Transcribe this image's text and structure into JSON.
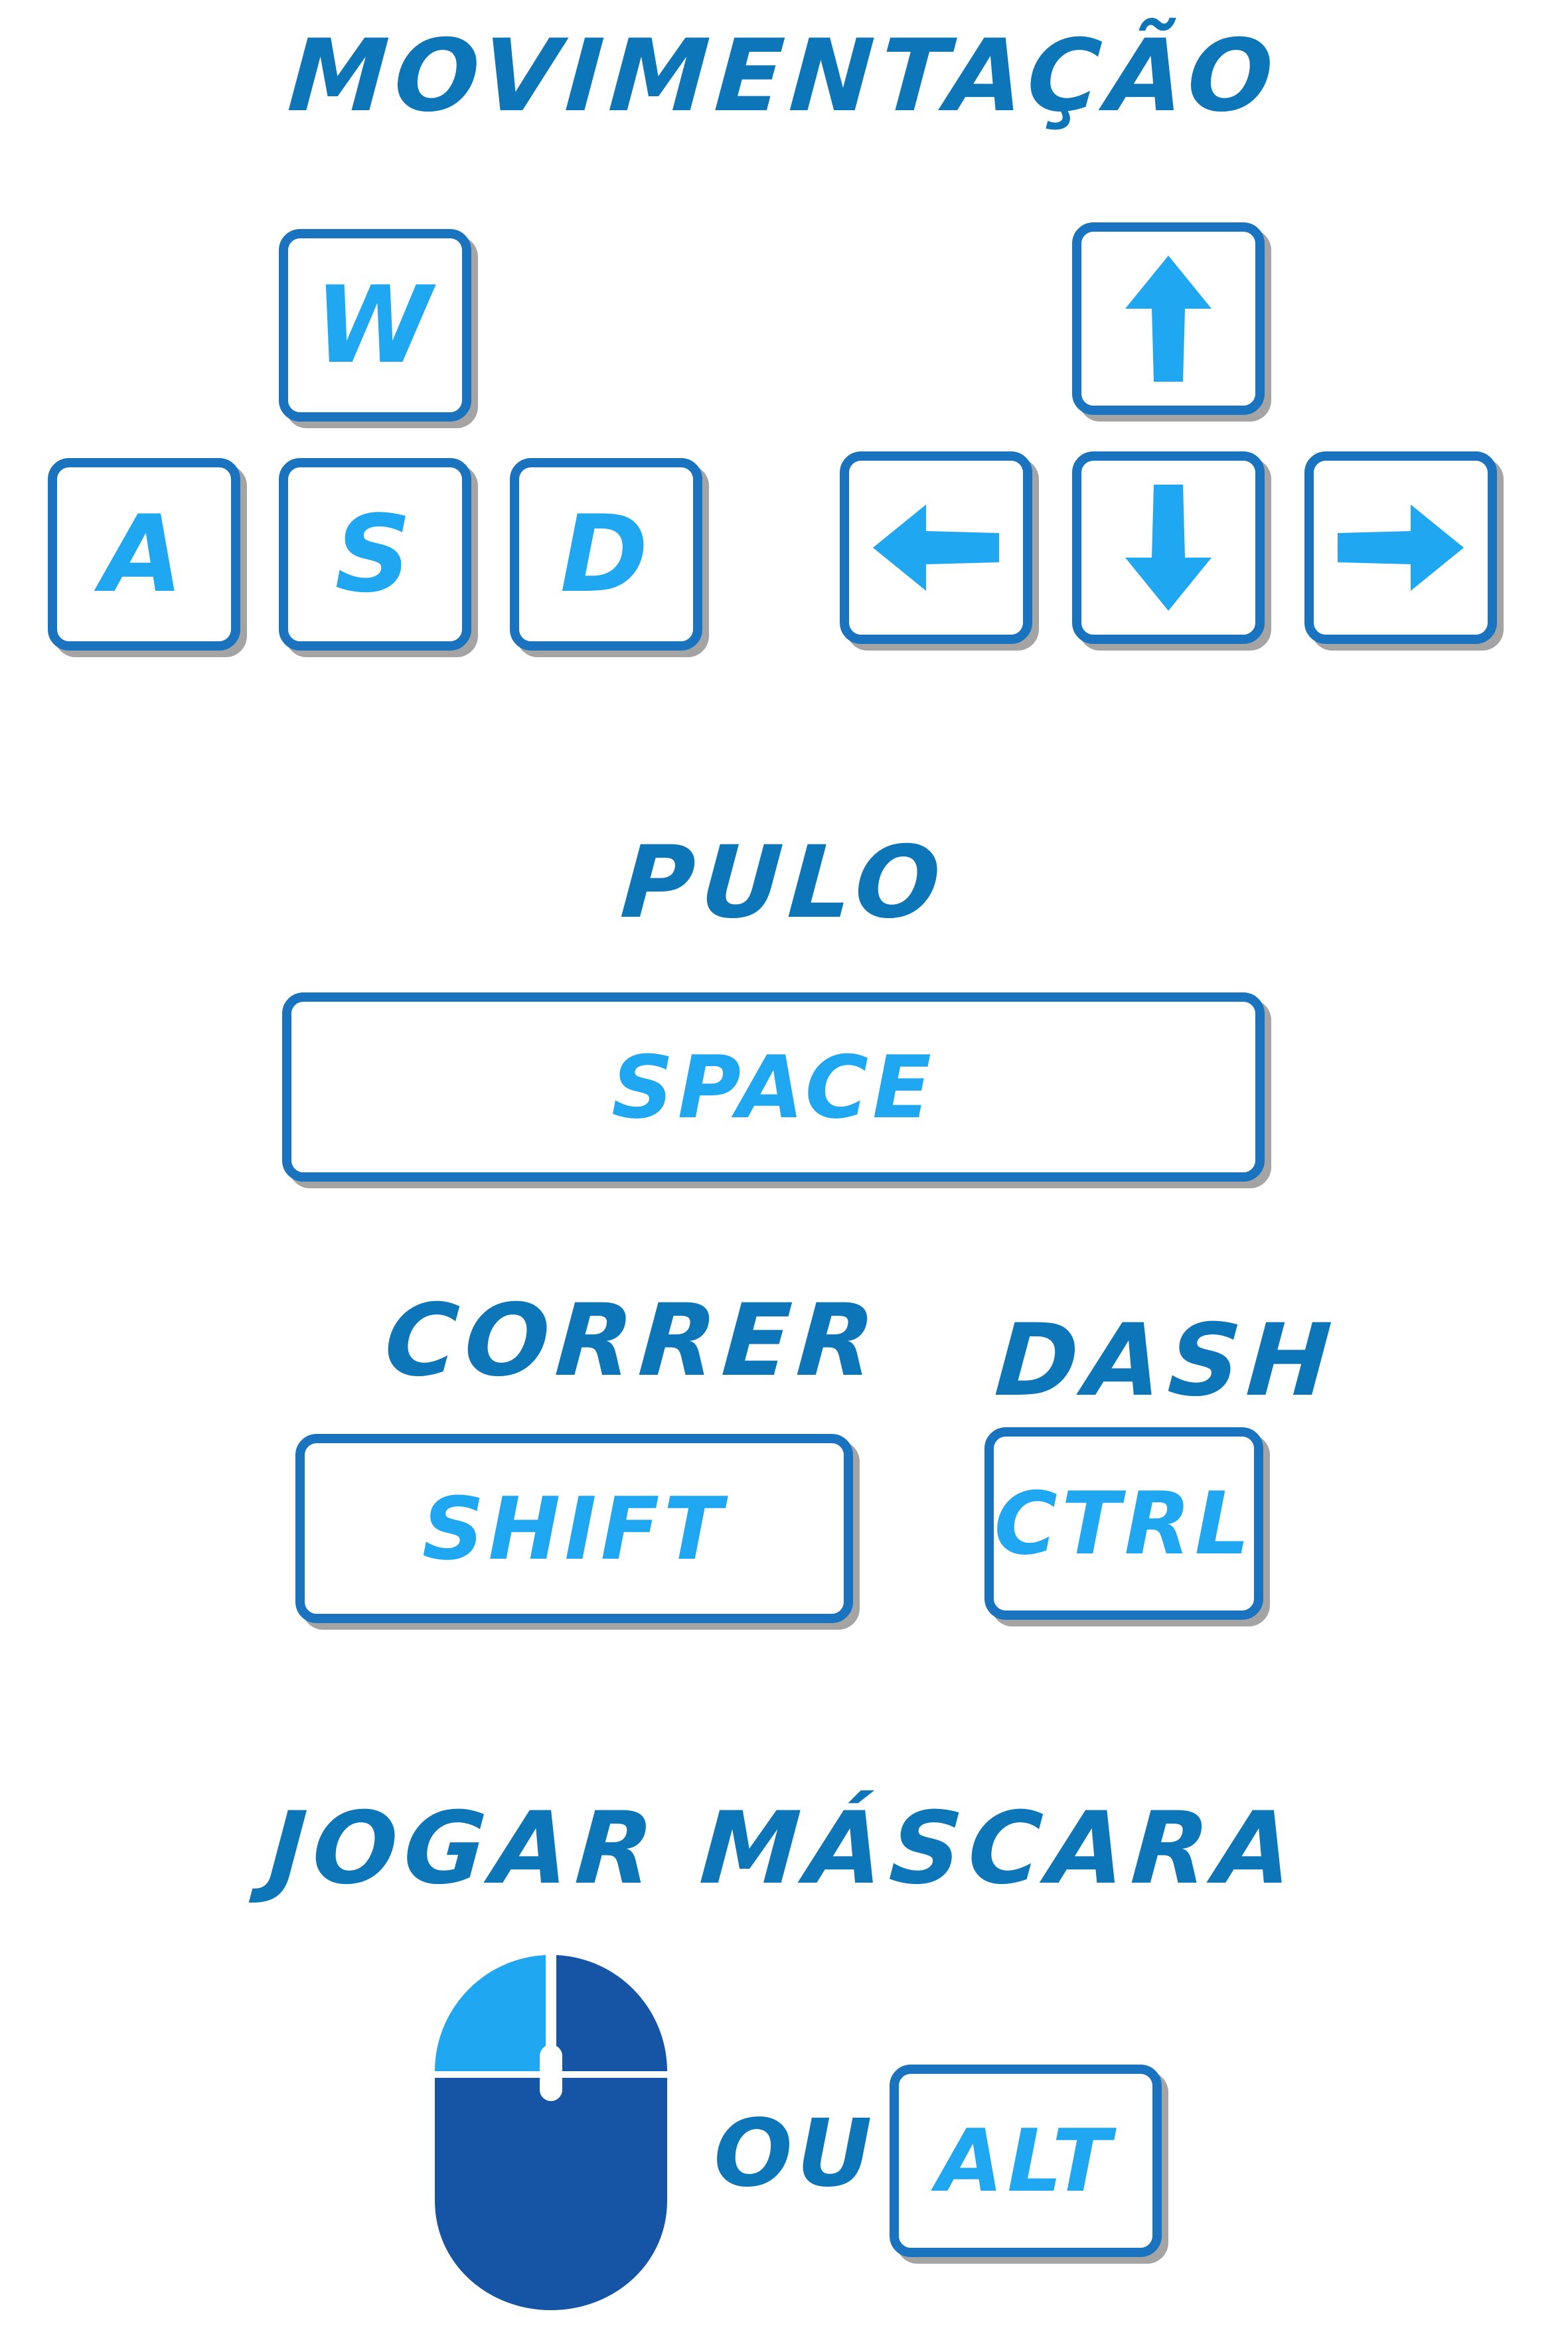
{
  "colors": {
    "heading": "#0d76b8",
    "key_border": "#1a73bf",
    "key_text": "#1fa7f2",
    "arrow": "#1fa7f2",
    "mouse_body": "#1655a6",
    "mouse_left_button": "#1fa7f2"
  },
  "movement": {
    "title": "MOVIMENTAÇÃO",
    "wasd": {
      "w": "W",
      "a": "A",
      "s": "S",
      "d": "D"
    },
    "arrows": [
      "arrow-up-icon",
      "arrow-left-icon",
      "arrow-down-icon",
      "arrow-right-icon"
    ]
  },
  "jump": {
    "title": "PULO",
    "key": "SPACE"
  },
  "run": {
    "title": "CORRER",
    "key": "SHIFT"
  },
  "dash": {
    "title": "DASH",
    "key": "CTRL"
  },
  "throw_mask": {
    "title": "JOGAR MÁSCARA",
    "mouse_icon": "mouse-left-click-icon",
    "or": "OU",
    "key": "ALT"
  }
}
